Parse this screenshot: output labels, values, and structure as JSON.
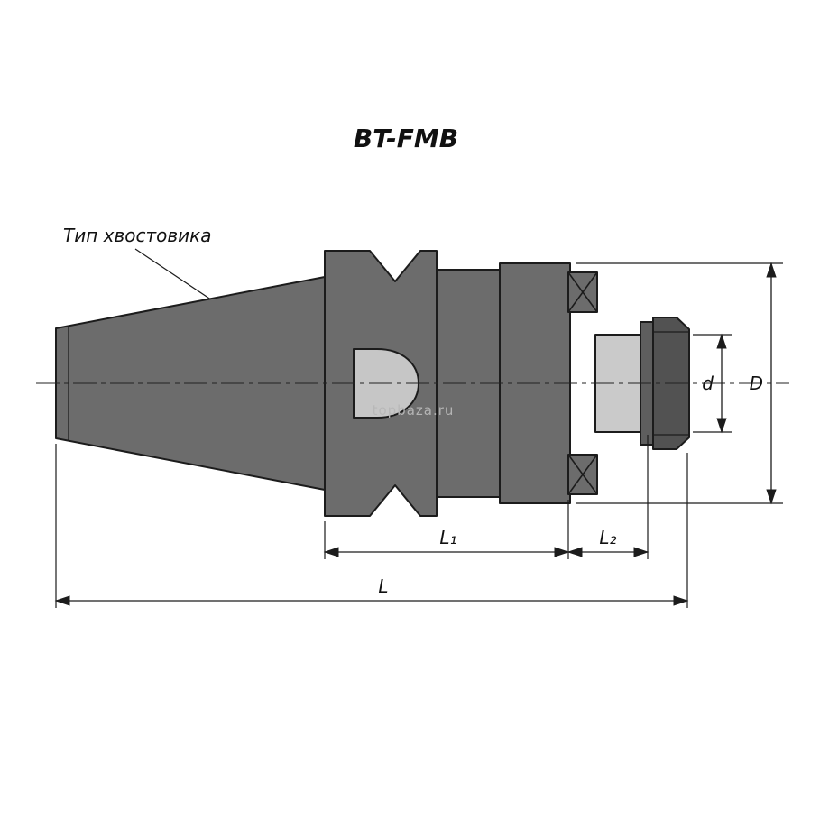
{
  "title": "BT-FMB",
  "callout": {
    "shank_type_label": "Тип хвостовика"
  },
  "dimensions": {
    "l1": "L₁",
    "l2": "L₂",
    "l": "L",
    "d": "d",
    "D": "D"
  },
  "watermark": "topbaza.ru",
  "colors": {
    "outline": "#1c1c1c",
    "body_gray": "#6c6c6c",
    "nut_gray": "#525252",
    "washer_gray": "#5e5e5e",
    "pilot_gray": "#cacaca",
    "slot_gray": "#c6c6c6",
    "dim_line": "#1c1c1c",
    "watermark_gray": "#b8b8b8",
    "background": "#ffffff"
  }
}
